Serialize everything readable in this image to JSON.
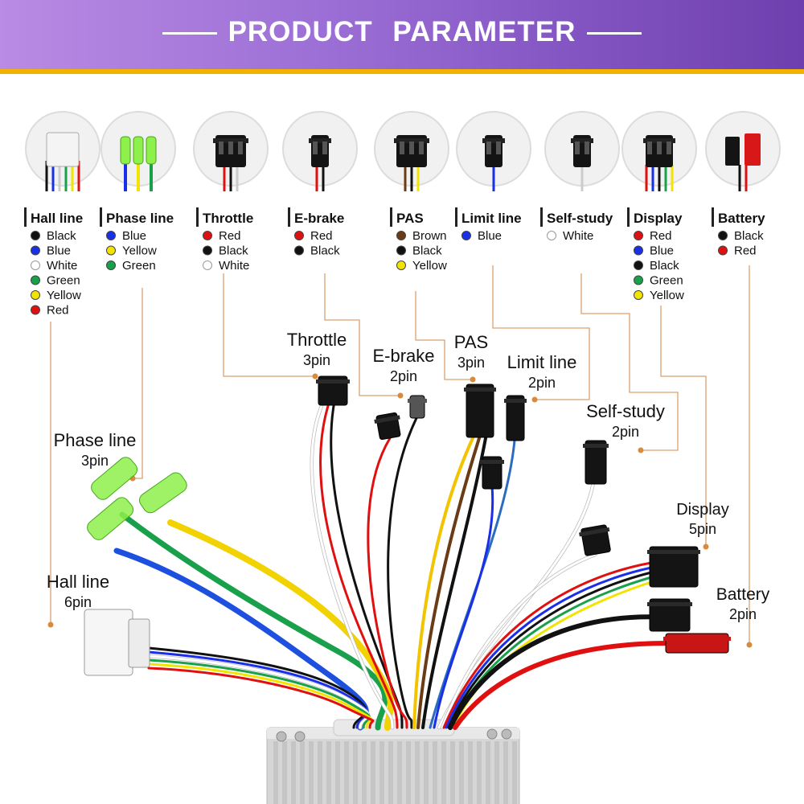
{
  "banner": {
    "title_word1": "PRODUCT",
    "title_word2": "PARAMETER",
    "accent": "#f2b200"
  },
  "connectors": [
    {
      "id": "hall",
      "icon": "hall-sensor-plug-icon",
      "name": "Hall line",
      "wires": [
        {
          "label": "Black",
          "color": "#111111"
        },
        {
          "label": "Blue",
          "color": "#1a2fe8"
        },
        {
          "label": "White",
          "color": "#ffffff"
        },
        {
          "label": "Green",
          "color": "#18a04a"
        },
        {
          "label": "Yellow",
          "color": "#f2e400"
        },
        {
          "label": "Red",
          "color": "#e01010"
        }
      ]
    },
    {
      "id": "phase",
      "icon": "phase-bullet-plugs-icon",
      "name": "Phase line",
      "wires": [
        {
          "label": "Blue",
          "color": "#1a2fe8"
        },
        {
          "label": "Yellow",
          "color": "#f2e400"
        },
        {
          "label": "Green",
          "color": "#18a04a"
        }
      ]
    },
    {
      "id": "throttle",
      "icon": "throttle-3pin-plug-icon",
      "name": "Throttle",
      "wires": [
        {
          "label": "Red",
          "color": "#e01010"
        },
        {
          "label": "Black",
          "color": "#111111"
        },
        {
          "label": "White",
          "color": "#ffffff"
        }
      ]
    },
    {
      "id": "ebrake",
      "icon": "ebrake-2pin-plug-icon",
      "name": "E-brake",
      "wires": [
        {
          "label": "Red",
          "color": "#e01010"
        },
        {
          "label": "Black",
          "color": "#111111"
        }
      ]
    },
    {
      "id": "pas",
      "icon": "pas-3pin-plug-icon",
      "name": "PAS",
      "wires": [
        {
          "label": "Brown",
          "color": "#6a3b14"
        },
        {
          "label": "Black",
          "color": "#111111"
        },
        {
          "label": "Yellow",
          "color": "#f2e400"
        }
      ]
    },
    {
      "id": "limit",
      "icon": "limit-line-plug-icon",
      "name": "Limit line",
      "wires": [
        {
          "label": "Blue",
          "color": "#1a2fe8"
        }
      ]
    },
    {
      "id": "selfstudy",
      "icon": "self-study-plug-icon",
      "name": "Self-study",
      "wires": [
        {
          "label": "White",
          "color": "#ffffff"
        }
      ]
    },
    {
      "id": "display",
      "icon": "display-5pin-plug-icon",
      "name": "Display",
      "wires": [
        {
          "label": "Red",
          "color": "#e01010"
        },
        {
          "label": "Blue",
          "color": "#1a2fe8"
        },
        {
          "label": "Black",
          "color": "#111111"
        },
        {
          "label": "Green",
          "color": "#18a04a"
        },
        {
          "label": "Yellow",
          "color": "#f2e400"
        }
      ]
    },
    {
      "id": "battery",
      "icon": "battery-2pin-plug-icon",
      "name": "Battery",
      "wires": [
        {
          "label": "Black",
          "color": "#111111"
        },
        {
          "label": "Red",
          "color": "#e01010"
        }
      ]
    }
  ],
  "callouts": {
    "throttle": {
      "name": "Throttle",
      "pins": "3pin"
    },
    "ebrake": {
      "name": "E-brake",
      "pins": "2pin"
    },
    "pas": {
      "name": "PAS",
      "pins": "3pin"
    },
    "limit": {
      "name": "Limit line",
      "pins": "2pin"
    },
    "selfstudy": {
      "name": "Self-study",
      "pins": "2pin"
    },
    "phase": {
      "name": "Phase line",
      "pins": "3pin"
    },
    "display": {
      "name": "Display",
      "pins": "5pin"
    },
    "hall": {
      "name": "Hall line",
      "pins": "6pin"
    },
    "battery": {
      "name": "Battery",
      "pins": "2pin"
    }
  },
  "colors": {
    "leader_line": "#d9a070",
    "controller_body": "#d9d9d9"
  }
}
